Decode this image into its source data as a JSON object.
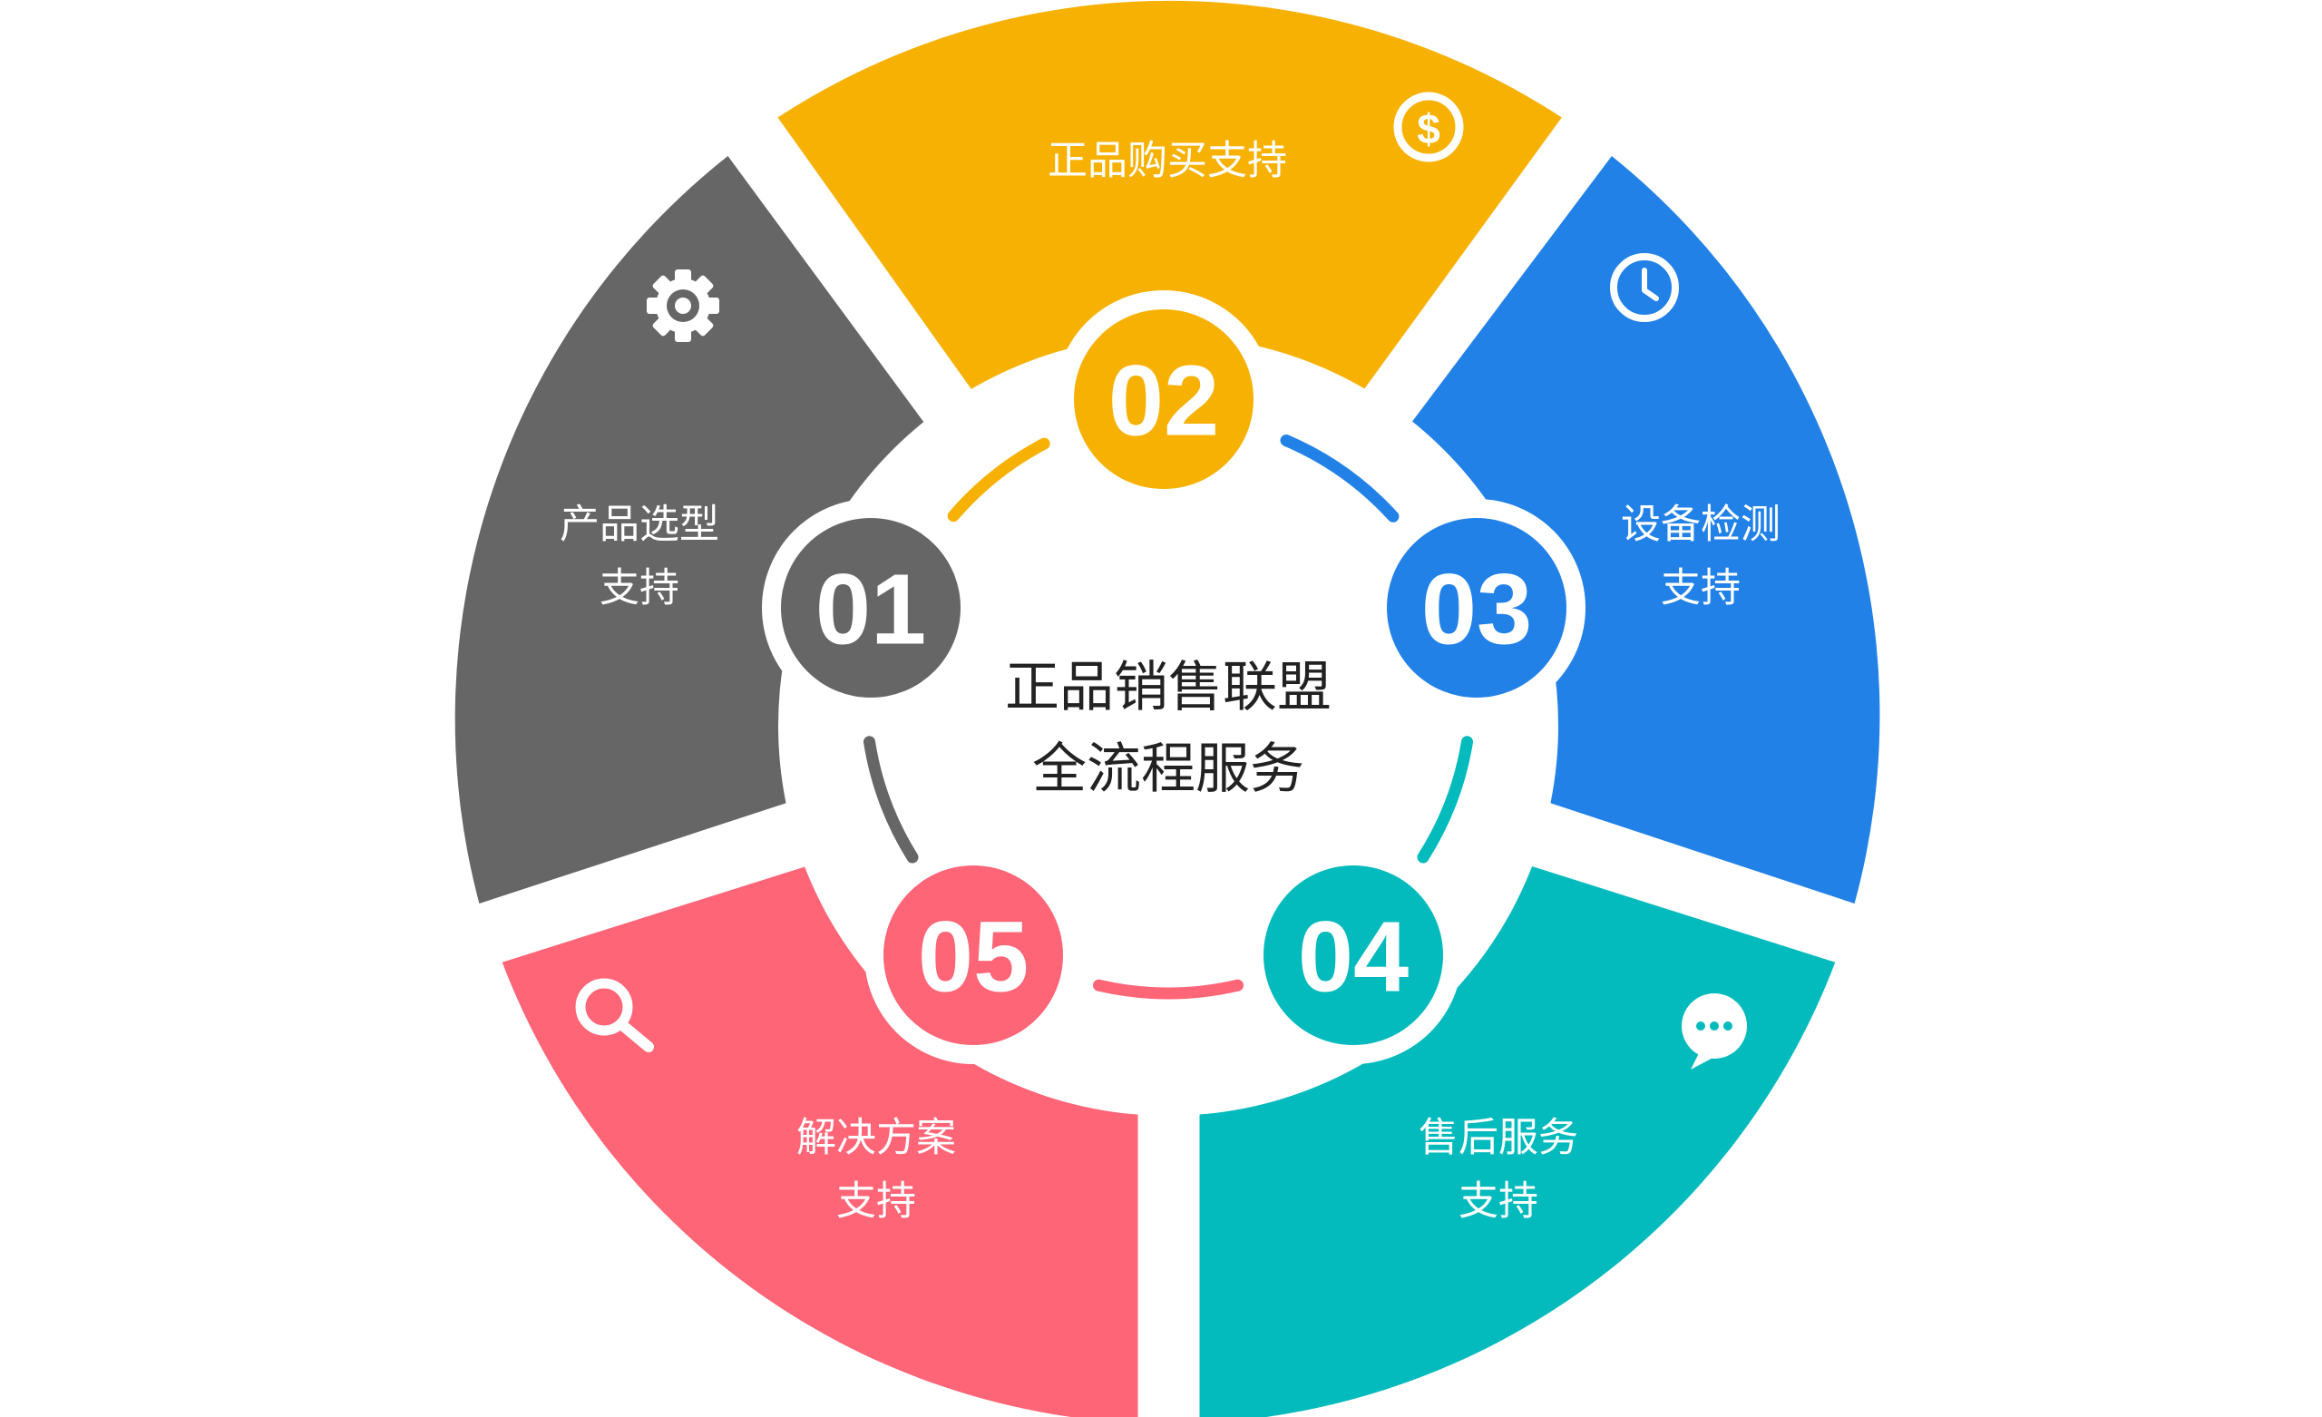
{
  "diagram": {
    "center": {
      "line1": "正品销售联盟",
      "line2": "全流程服务"
    },
    "segments": [
      {
        "number": "01",
        "label_lines": [
          "产品选型",
          "支持"
        ],
        "color": "#666666",
        "icon": "gear-icon"
      },
      {
        "number": "02",
        "label_lines": [
          "正品购买支持"
        ],
        "color": "#F7B103",
        "icon": "dollar-coin-icon"
      },
      {
        "number": "03",
        "label_lines": [
          "设备检测",
          "支持"
        ],
        "color": "#2181E7",
        "icon": "clock-icon"
      },
      {
        "number": "04",
        "label_lines": [
          "售后服务",
          "支持"
        ],
        "color": "#03BABD",
        "icon": "chat-bubble-icon"
      },
      {
        "number": "05",
        "label_lines": [
          "解决方案",
          "支持"
        ],
        "color": "#FE6577",
        "icon": "search-icon"
      }
    ]
  }
}
